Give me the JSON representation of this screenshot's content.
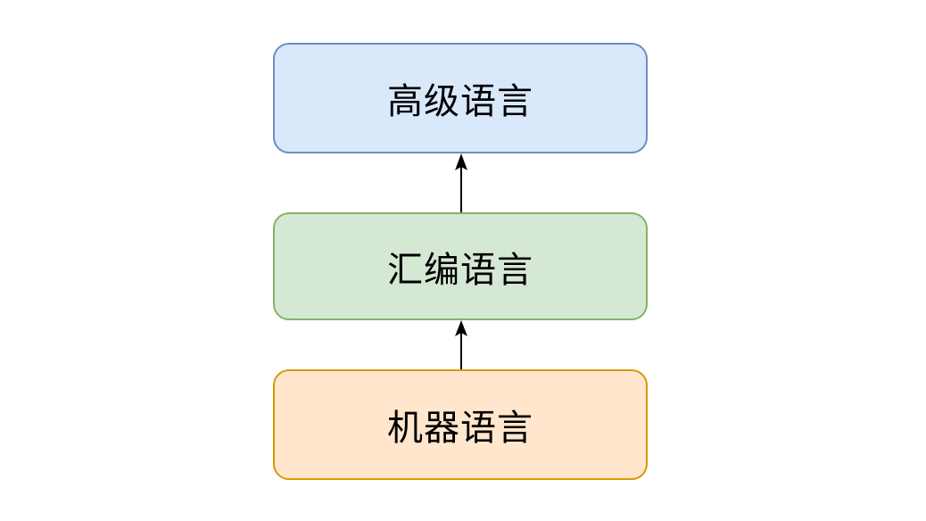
{
  "diagram": {
    "background_color": "#FFFFFF",
    "text_color": "#000000",
    "arrow_color": "#000000",
    "nodes": [
      {
        "id": "high-level-language",
        "label": "高级语言",
        "fill": "#DAE8FC",
        "stroke": "#6C8EBF",
        "position": "top"
      },
      {
        "id": "assembly-language",
        "label": "汇编语言",
        "fill": "#D5E8D4",
        "stroke": "#82B366",
        "position": "middle"
      },
      {
        "id": "machine-language",
        "label": "机器语言",
        "fill": "#FFE6CC",
        "stroke": "#D79B00",
        "position": "bottom"
      }
    ],
    "edges": [
      {
        "from": "assembly-language",
        "to": "high-level-language",
        "direction": "up",
        "icon": "arrow-up-icon"
      },
      {
        "from": "machine-language",
        "to": "assembly-language",
        "direction": "up",
        "icon": "arrow-up-icon"
      }
    ]
  }
}
